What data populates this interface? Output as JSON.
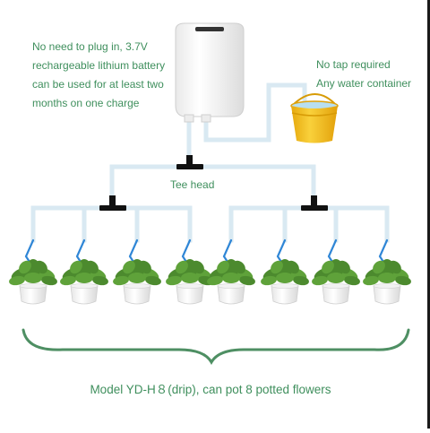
{
  "battery_note": {
    "lines": [
      "No need to plug in, 3.7V",
      "rechargeable lithium battery",
      "can be used for at least two",
      "months on one charge"
    ]
  },
  "water_note": {
    "lines": [
      "No tap required",
      "Any water container"
    ]
  },
  "tee_label": "Tee head",
  "caption": "Model YD-H８(drip), can pot  8  potted flowers",
  "plant_count": 8,
  "colors": {
    "text": "#3f8f5d",
    "tube": "#d9e9f2",
    "drip": "#2f86d6",
    "tee": "#111111",
    "bucket": "#f6c21a",
    "brace": "#4e8f63",
    "leaf": "#4c8a2e",
    "pot": "#ffffff"
  }
}
